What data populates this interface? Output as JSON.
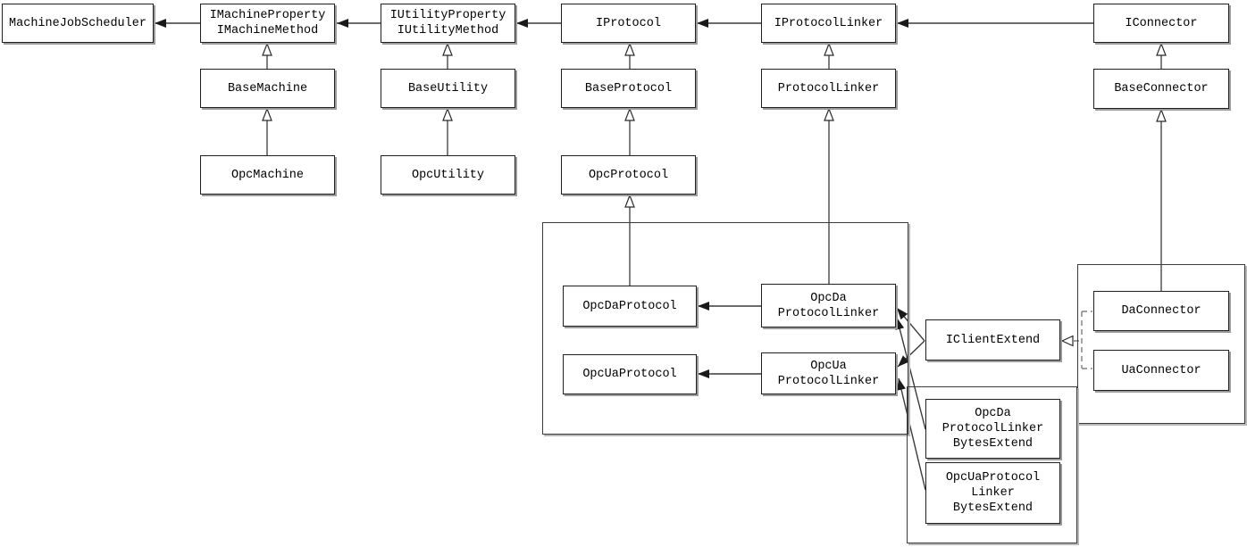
{
  "diagram": {
    "title": "OPC machine/protocol/connector class diagram",
    "nodes": {
      "machine_job_scheduler": "MachineJobScheduler",
      "i_machine": "IMachineProperty\nIMachineMethod",
      "i_utility": "IUtilityProperty\nIUtilityMethod",
      "i_protocol": "IProtocol",
      "i_protocol_linker": "IProtocolLinker",
      "i_connector": "IConnector",
      "base_machine": "BaseMachine",
      "base_utility": "BaseUtility",
      "base_protocol": "BaseProtocol",
      "protocol_linker": "ProtocolLinker",
      "base_connector": "BaseConnector",
      "opc_machine": "OpcMachine",
      "opc_utility": "OpcUtility",
      "opc_protocol": "OpcProtocol",
      "opc_da_protocol": "OpcDaProtocol",
      "opc_ua_protocol": "OpcUaProtocol",
      "opc_da_protocol_linker": "OpcDa\nProtocolLinker",
      "opc_ua_protocol_linker": "OpcUa\nProtocolLinker",
      "i_client_extend": "IClientExtend",
      "da_connector": "DaConnector",
      "ua_connector": "UaConnector",
      "opc_da_protocol_linker_bytes_extend": "OpcDa\nProtocolLinker\nBytesExtend",
      "opc_ua_protocol_linker_bytes_extend": "OpcUaProtocol\nLinker\nBytesExtend"
    },
    "edges": [
      {
        "from": "IMachineProperty/IMachineMethod",
        "to": "MachineJobScheduler",
        "type": "association-arrow"
      },
      {
        "from": "IUtilityProperty/IUtilityMethod",
        "to": "IMachineProperty/IMachineMethod",
        "type": "association-arrow"
      },
      {
        "from": "IProtocol",
        "to": "IUtilityProperty/IUtilityMethod",
        "type": "association-arrow"
      },
      {
        "from": "IProtocolLinker",
        "to": "IProtocol",
        "type": "association-arrow"
      },
      {
        "from": "IConnector",
        "to": "IProtocolLinker",
        "type": "association-arrow"
      },
      {
        "from": "BaseMachine",
        "to": "IMachineProperty/IMachineMethod",
        "type": "inheritance"
      },
      {
        "from": "OpcMachine",
        "to": "BaseMachine",
        "type": "inheritance"
      },
      {
        "from": "BaseUtility",
        "to": "IUtilityProperty/IUtilityMethod",
        "type": "inheritance"
      },
      {
        "from": "OpcUtility",
        "to": "BaseUtility",
        "type": "inheritance"
      },
      {
        "from": "BaseProtocol",
        "to": "IProtocol",
        "type": "inheritance"
      },
      {
        "from": "OpcProtocol",
        "to": "BaseProtocol",
        "type": "inheritance"
      },
      {
        "from": "OpcDaProtocol",
        "to": "OpcProtocol",
        "type": "inheritance"
      },
      {
        "from": "ProtocolLinker",
        "to": "IProtocolLinker",
        "type": "inheritance"
      },
      {
        "from": "OpcDaProtocolLinker",
        "to": "ProtocolLinker",
        "type": "inheritance"
      },
      {
        "from": "BaseConnector",
        "to": "IConnector",
        "type": "inheritance"
      },
      {
        "from": "DaConnector",
        "to": "BaseConnector",
        "type": "inheritance"
      },
      {
        "from": "OpcDaProtocolLinker",
        "to": "OpcDaProtocol",
        "type": "association-arrow"
      },
      {
        "from": "OpcUaProtocolLinker",
        "to": "OpcUaProtocol",
        "type": "association-arrow"
      },
      {
        "from": "IClientExtend",
        "to": "OpcDaProtocolLinker",
        "type": "association-arrow"
      },
      {
        "from": "IClientExtend",
        "to": "OpcUaProtocolLinker",
        "type": "association-arrow"
      },
      {
        "from": "OpcDaProtocolLinkerBytesExtend",
        "to": "OpcDaProtocolLinker",
        "type": "association-arrow"
      },
      {
        "from": "OpcUaProtocolLinkerBytesExtend",
        "to": "OpcUaProtocolLinker",
        "type": "association-arrow"
      },
      {
        "from": "DaConnector",
        "to": "IClientExtend",
        "type": "realization-dashed"
      },
      {
        "from": "UaConnector",
        "to": "IClientExtend",
        "type": "realization-dashed"
      }
    ],
    "colors": {
      "line": "#3a3a3a",
      "box_border": "#1f1f1f",
      "box_fill": "#ffffff",
      "shadow": "#9c9c9c",
      "dashed_line": "#808080",
      "text": "#000000"
    }
  }
}
